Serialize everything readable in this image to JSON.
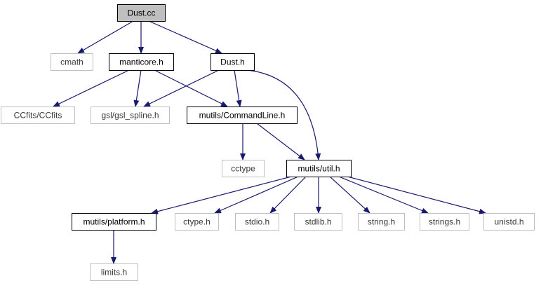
{
  "graph": {
    "nodes": [
      {
        "id": "dust_cc",
        "label": "Dust.cc",
        "style": "root"
      },
      {
        "id": "cmath",
        "label": "cmath",
        "style": "external"
      },
      {
        "id": "manticore_h",
        "label": "manticore.h",
        "style": "documented"
      },
      {
        "id": "dust_h",
        "label": "Dust.h",
        "style": "documented"
      },
      {
        "id": "ccfits",
        "label": "CCfits/CCfits",
        "style": "external"
      },
      {
        "id": "gsl_spline",
        "label": "gsl/gsl_spline.h",
        "style": "external"
      },
      {
        "id": "commandline_h",
        "label": "mutils/CommandLine.h",
        "style": "documented"
      },
      {
        "id": "cctype",
        "label": "cctype",
        "style": "external"
      },
      {
        "id": "util_h",
        "label": "mutils/util.h",
        "style": "documented"
      },
      {
        "id": "platform_h",
        "label": "mutils/platform.h",
        "style": "documented"
      },
      {
        "id": "ctype_h",
        "label": "ctype.h",
        "style": "external"
      },
      {
        "id": "stdio_h",
        "label": "stdio.h",
        "style": "external"
      },
      {
        "id": "stdlib_h",
        "label": "stdlib.h",
        "style": "external"
      },
      {
        "id": "string_h",
        "label": "string.h",
        "style": "external"
      },
      {
        "id": "strings_h",
        "label": "strings.h",
        "style": "external"
      },
      {
        "id": "unistd_h",
        "label": "unistd.h",
        "style": "external"
      },
      {
        "id": "limits_h",
        "label": "limits.h",
        "style": "external"
      }
    ],
    "edges": [
      {
        "from": "dust_cc",
        "to": "cmath"
      },
      {
        "from": "dust_cc",
        "to": "manticore_h"
      },
      {
        "from": "dust_cc",
        "to": "dust_h"
      },
      {
        "from": "manticore_h",
        "to": "ccfits"
      },
      {
        "from": "manticore_h",
        "to": "gsl_spline"
      },
      {
        "from": "manticore_h",
        "to": "commandline_h"
      },
      {
        "from": "dust_h",
        "to": "gsl_spline"
      },
      {
        "from": "dust_h",
        "to": "commandline_h"
      },
      {
        "from": "dust_h",
        "to": "util_h"
      },
      {
        "from": "commandline_h",
        "to": "cctype"
      },
      {
        "from": "commandline_h",
        "to": "util_h"
      },
      {
        "from": "util_h",
        "to": "platform_h"
      },
      {
        "from": "util_h",
        "to": "ctype_h"
      },
      {
        "from": "util_h",
        "to": "stdio_h"
      },
      {
        "from": "util_h",
        "to": "stdlib_h"
      },
      {
        "from": "util_h",
        "to": "string_h"
      },
      {
        "from": "util_h",
        "to": "strings_h"
      },
      {
        "from": "util_h",
        "to": "unistd_h"
      },
      {
        "from": "platform_h",
        "to": "limits_h"
      }
    ]
  },
  "colors": {
    "edge": "#191970",
    "root_fill": "#bfbfbf",
    "root_border": "#000000",
    "documented_border": "#000000",
    "external_border": "#bfbfbf",
    "node_fill": "#ffffff"
  }
}
